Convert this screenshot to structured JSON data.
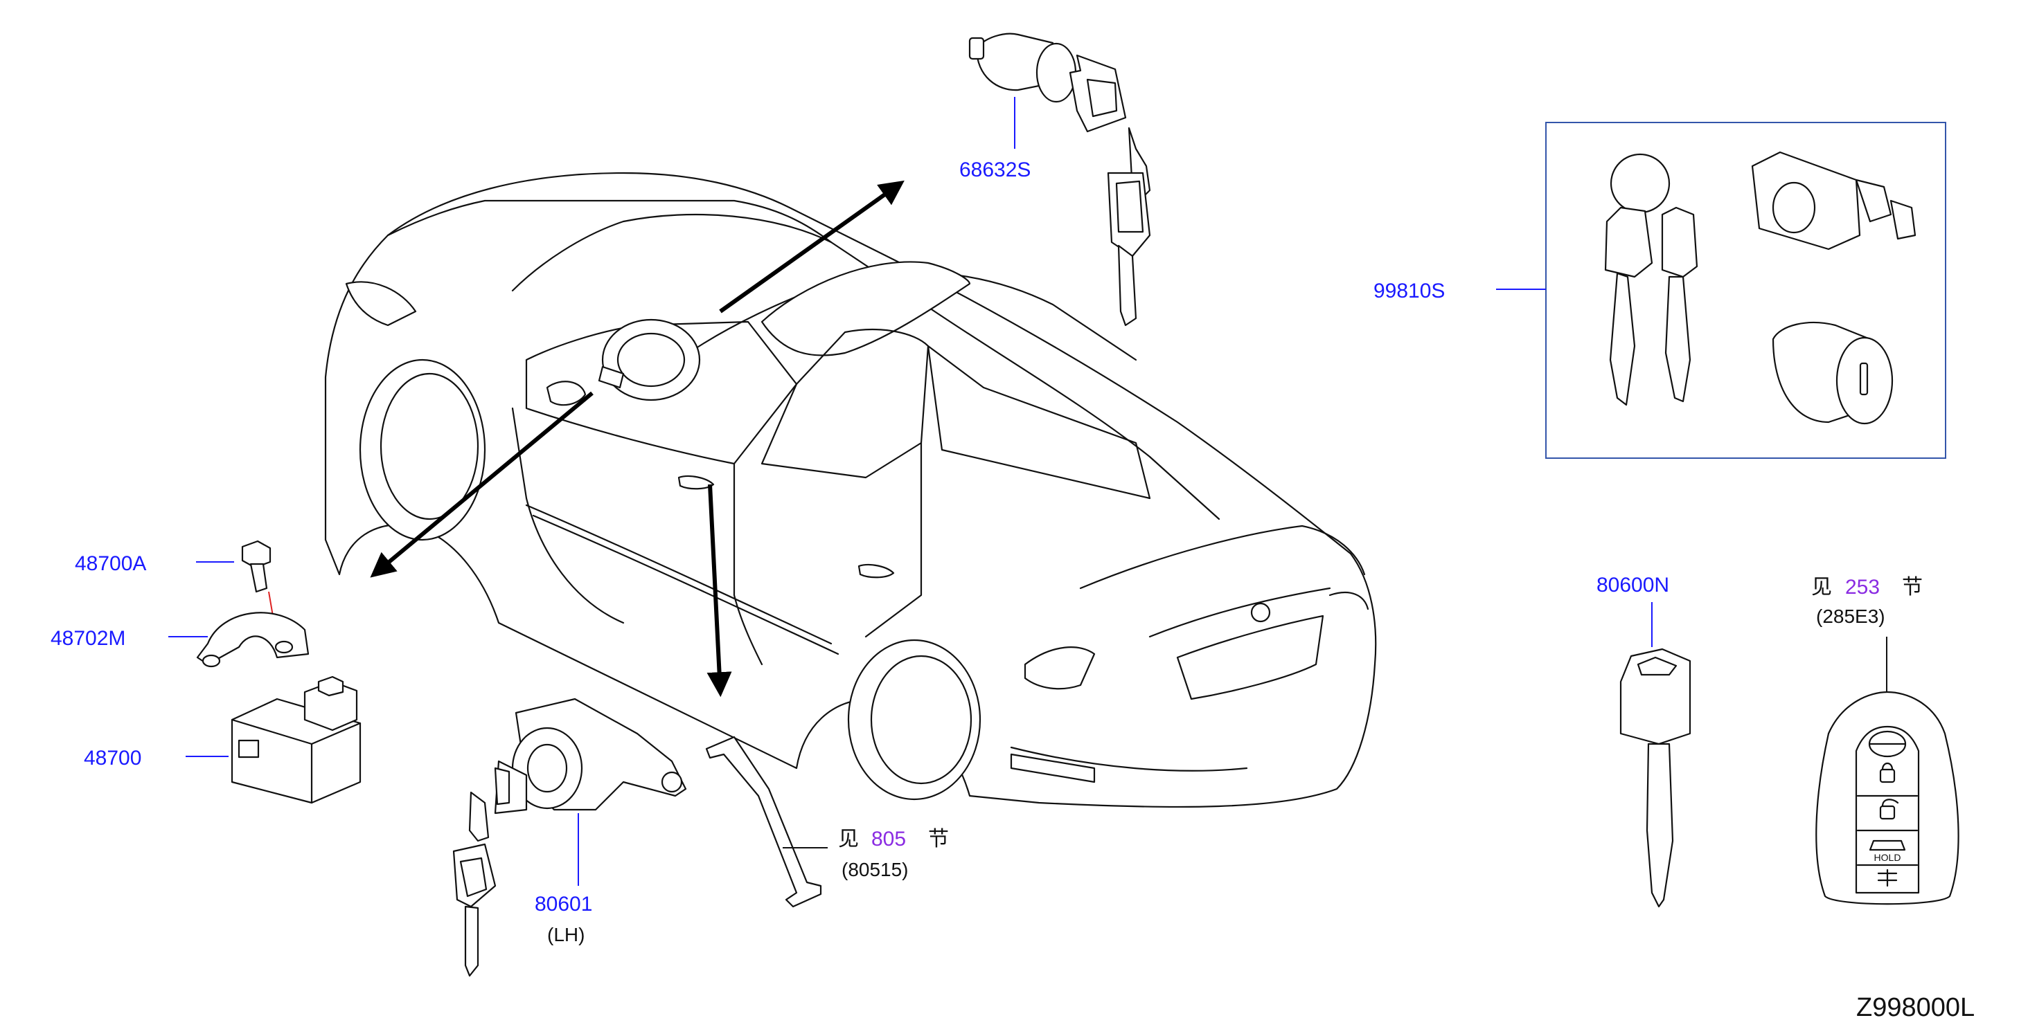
{
  "labels": {
    "p68632S": "68632S",
    "p99810S": "99810S",
    "p48700A": "48700A",
    "p48702M": "48702M",
    "p48700": "48700",
    "p80601": "80601",
    "p80601_side": "(LH)",
    "p80600N": "80600N"
  },
  "refs": {
    "ref805": {
      "prefix": "见",
      "num": "805",
      "suffix": "节",
      "sub": "(80515)"
    },
    "ref253": {
      "prefix": "见",
      "num": "253",
      "suffix": "节",
      "sub": "(285E3)"
    }
  },
  "fob_hold": "HOLD",
  "diagram_code": "Z998000L",
  "colors": {
    "callout": "#1a1aff",
    "reference": "#8a2be2",
    "line": "#111111",
    "box": "#3355aa"
  }
}
